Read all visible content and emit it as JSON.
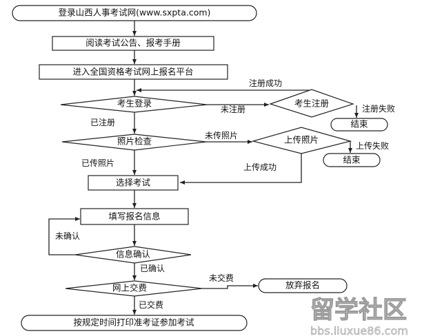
{
  "nodes": {
    "start": "登录山西人事考试网(www.sxpta.com)",
    "read": "阅读考试公告、报考手册",
    "enter": "进入全国资格考试网上报名平台",
    "login": "考生登录",
    "register": "考生注册",
    "end1": "结束",
    "photo_check": "照片检查",
    "upload_photo": "上传照片",
    "end2": "结束",
    "select_exam": "选择考试",
    "fill_info": "填写报名信息",
    "confirm_info": "信息确认",
    "pay_online": "网上交费",
    "give_up": "放弃报名",
    "print": "按规定时间打印准考证参加考试"
  },
  "edges": {
    "register_success": "注册成功",
    "not_registered": "未注册",
    "register_failed": "注册失败",
    "registered": "已注册",
    "photo_not_uploaded": "未传照片",
    "upload_failed": "上传失败",
    "photo_uploaded": "已传照片",
    "upload_success": "上传成功",
    "not_confirmed": "未确认",
    "confirmed": "已确认",
    "not_paid": "未交费",
    "paid": "已交费"
  },
  "watermark": {
    "title": "留学社区",
    "url": "bbs.liuxue86.com"
  }
}
